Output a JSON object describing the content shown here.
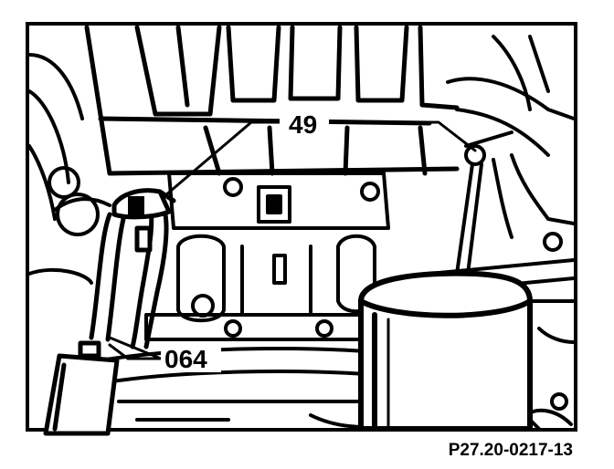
{
  "figure": {
    "callouts": [
      {
        "label": "49"
      },
      {
        "label": "064"
      }
    ],
    "figure_id": "P27.20-0217-13",
    "colors": {
      "ink": "#000000",
      "paper": "#ffffff"
    }
  }
}
